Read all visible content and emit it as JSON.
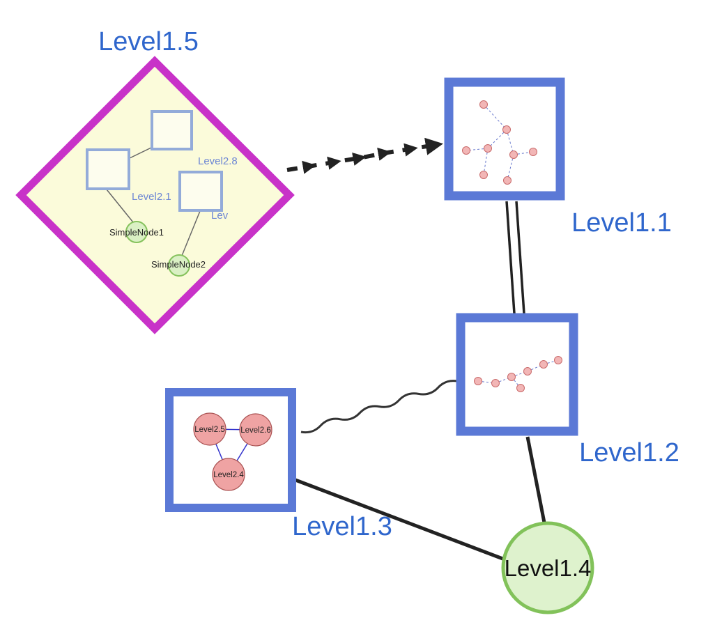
{
  "colors": {
    "label_blue": "#2f66cc",
    "diamond_border": "#c832c8",
    "diamond_fill": "#fbfbda",
    "group_border": "#5b79d6",
    "inner_square_border": "#93abd9",
    "green_node_fill": "#daf0c4",
    "green_node_border": "#85c25c",
    "pink_node_fill": "#f2a8a8",
    "pink_node_border": "#bb5a5a",
    "edge_color": "#222222",
    "mini_edge_blue": "#6677cc"
  },
  "nodes": {
    "level1_5": {
      "label": "Level1.5",
      "type": "group-diamond"
    },
    "level1_1": {
      "label": "Level1.1",
      "type": "group-box"
    },
    "level1_2": {
      "label": "Level1.2",
      "type": "group-box"
    },
    "level1_3": {
      "label": "Level1.3",
      "type": "group-box"
    },
    "level1_4": {
      "label": "Level1.4",
      "type": "circle"
    },
    "level2_8": {
      "label": "Level2.8",
      "type": "square"
    },
    "level2_1": {
      "label": "Level2.1",
      "type": "square"
    },
    "level2_x": {
      "label": "Lev",
      "type": "square"
    },
    "simple_node_1": {
      "label": "SimpleNode1",
      "type": "circle"
    },
    "simple_node_2": {
      "label": "SimpleNode2",
      "type": "circle"
    },
    "level2_5": {
      "label": "Level2.5",
      "type": "circle"
    },
    "level2_6": {
      "label": "Level2.6",
      "type": "circle"
    },
    "level2_4": {
      "label": "Level2.4",
      "type": "circle"
    }
  },
  "edges": [
    {
      "from": "Level1.5",
      "to": "Level1.1",
      "style": "dashed-arrow-chain"
    },
    {
      "from": "Level1.1",
      "to": "Level1.2",
      "style": "double-line"
    },
    {
      "from": "Level1.3",
      "to": "Level1.2",
      "style": "wavy"
    },
    {
      "from": "Level1.3",
      "to": "Level1.4",
      "style": "solid"
    },
    {
      "from": "Level1.2",
      "to": "Level1.4",
      "style": "solid"
    }
  ]
}
